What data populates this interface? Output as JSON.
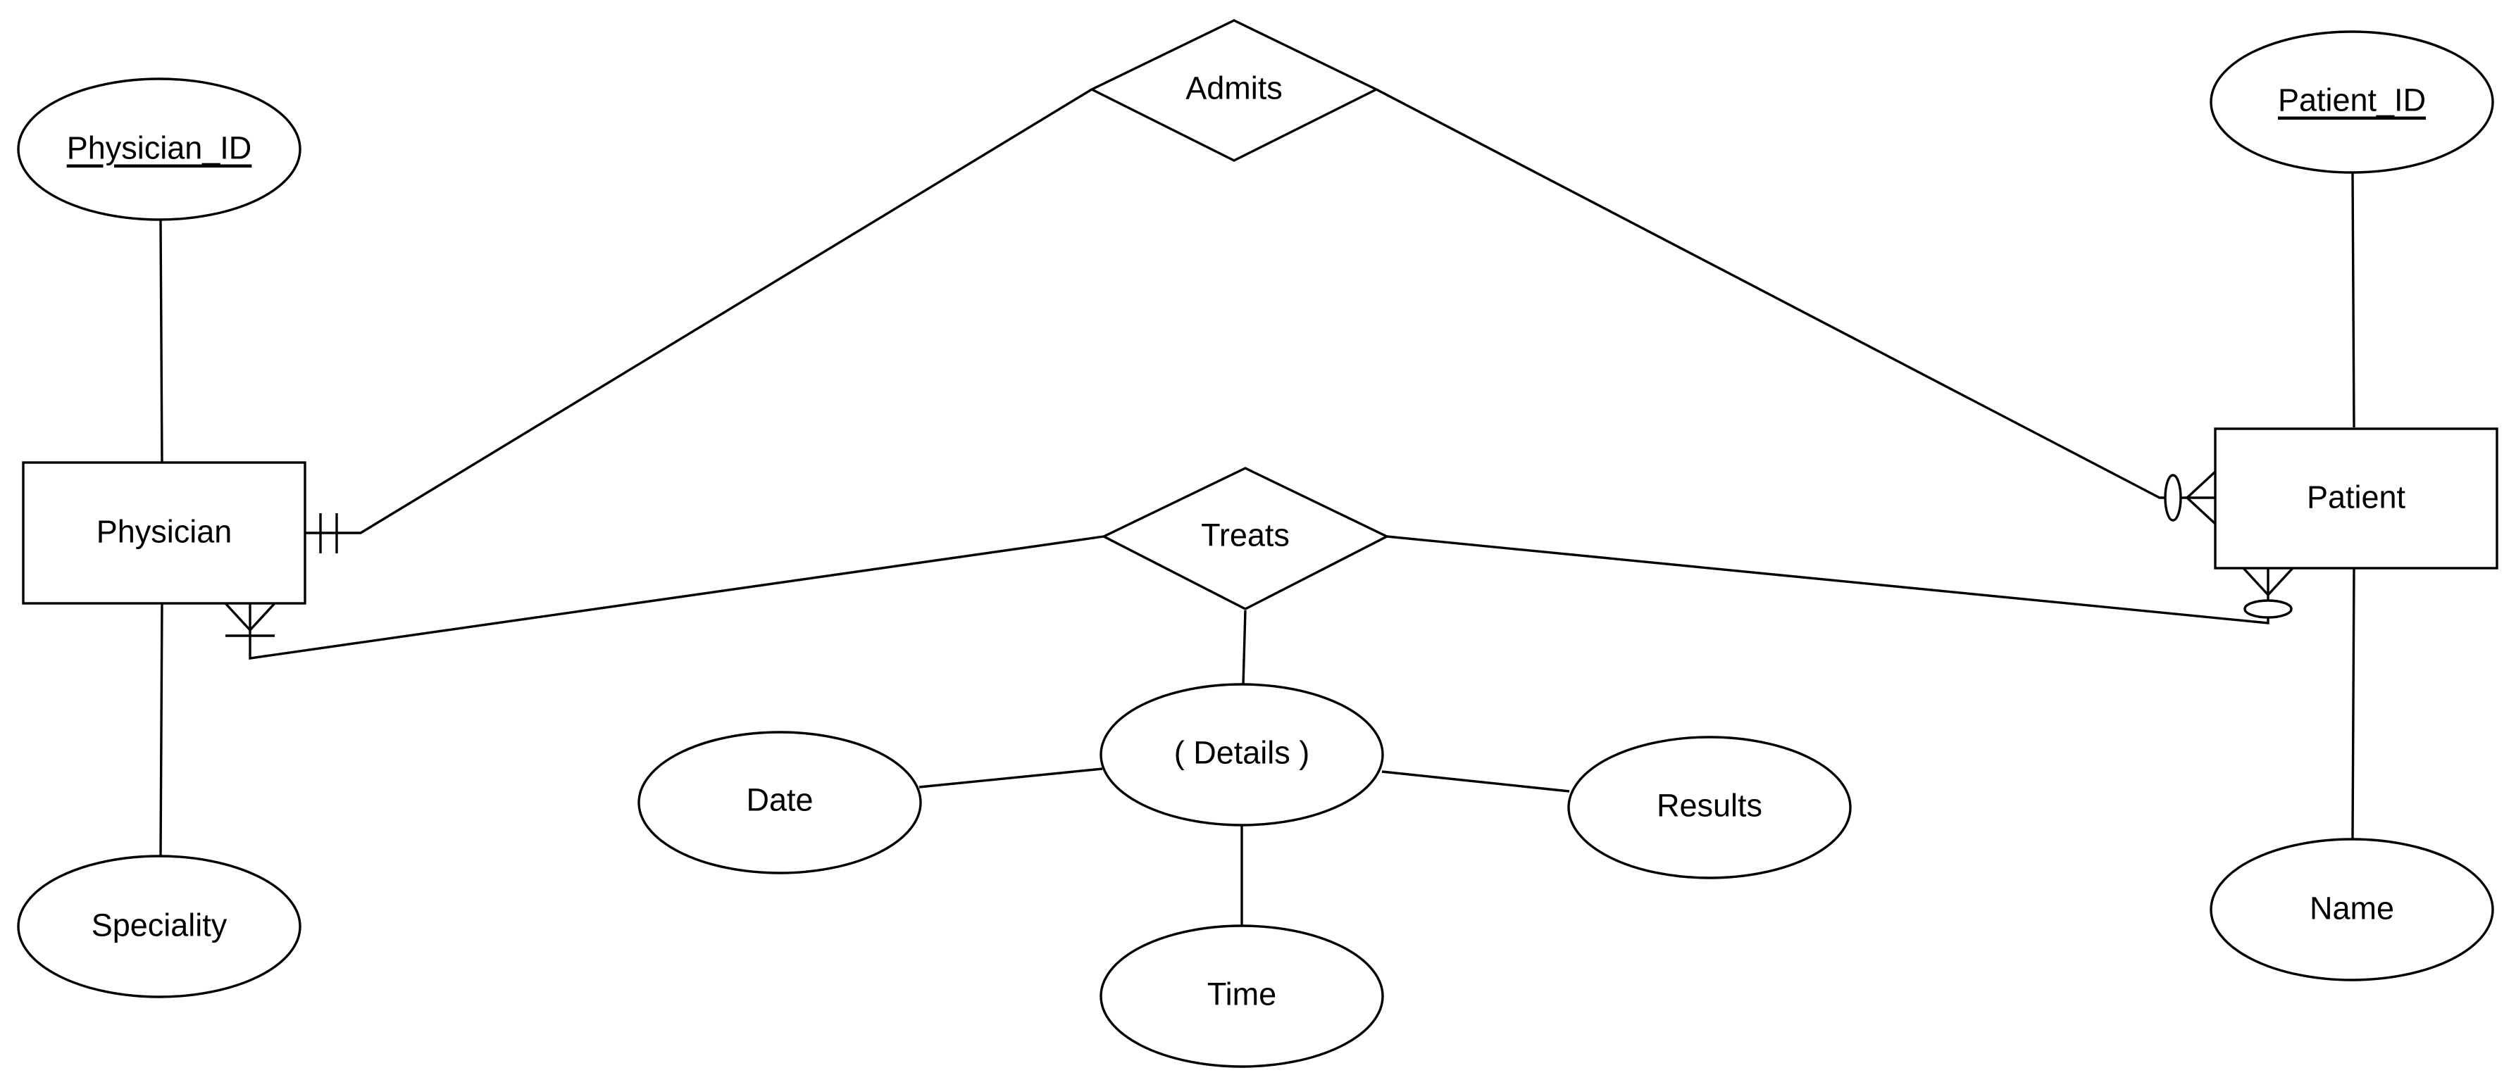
{
  "entities": {
    "physician": "Physician",
    "patient": "Patient"
  },
  "relationships": {
    "admits": "Admits",
    "treats": "Treats"
  },
  "attributes": {
    "physician_id": "Physician_ID",
    "speciality": "Speciality",
    "patient_id": "Patient_ID",
    "name": "Name",
    "details": "( Details )",
    "date": "Date",
    "time": "Time",
    "results": "Results"
  },
  "cardinalities": {
    "admits_physician": "exactly one",
    "admits_patient": "zero or many",
    "treats_physician": "one or many",
    "treats_patient": "zero or many"
  },
  "colors": {
    "stroke": "#000000",
    "background": "#ffffff"
  }
}
